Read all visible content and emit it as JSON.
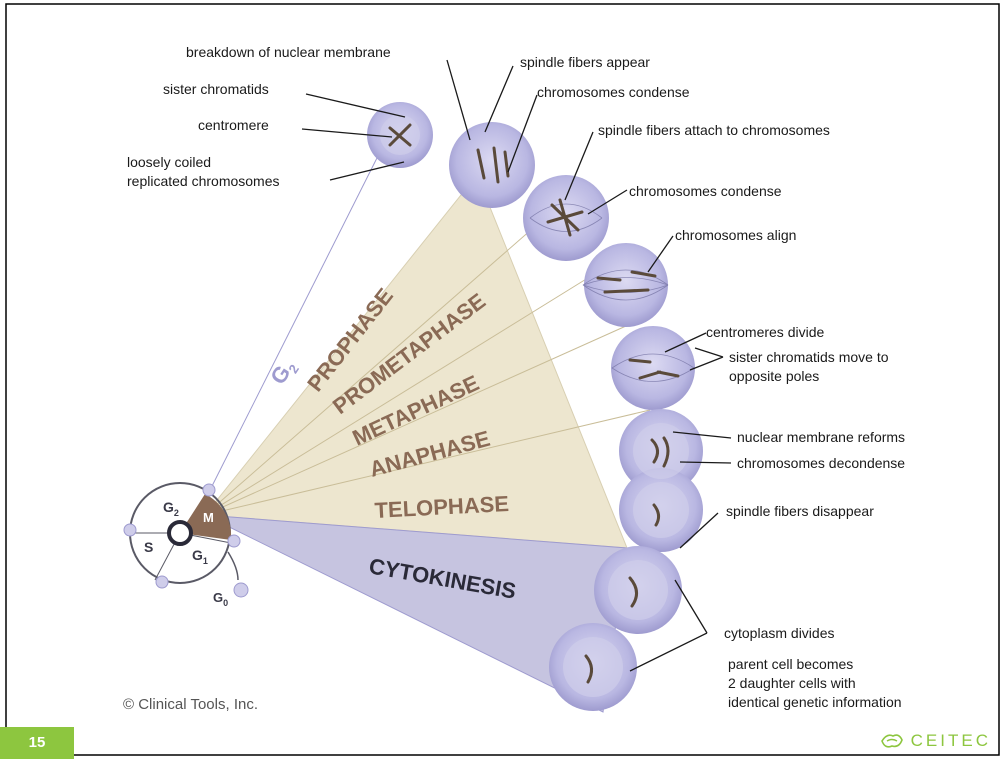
{
  "diagram": {
    "phases": [
      "PROPHASE",
      "PROMETAPHASE",
      "METAPHASE",
      "ANAPHASE",
      "TELOPHASE",
      "CYTOKINESIS"
    ],
    "cycle": {
      "g2": "G",
      "g2_sub": "2",
      "s": "S",
      "g1": "G",
      "g1_sub": "1",
      "g0": "G",
      "g0_sub": "0",
      "m": "M"
    },
    "g2_arc_label": "G",
    "g2_arc_sub": "2",
    "labels": {
      "breakdown": "breakdown of nuclear membrane",
      "spindle_appear": "spindle fibers appear",
      "sister_chromatids": "sister chromatids",
      "chrom_condense_1": "chromosomes condense",
      "centromere": "centromere",
      "spindle_attach": "spindle fibers attach to chromosomes",
      "loosely_1": "loosely coiled",
      "loosely_2": "replicated chromosomes",
      "chrom_condense_2": "chromosomes condense",
      "chrom_align": "chromosomes align",
      "centromeres_divide": "centromeres divide",
      "sister_move_1": "sister chromatids move to",
      "sister_move_2": "opposite poles",
      "nuclear_reforms": "nuclear membrane reforms",
      "chrom_decondense": "chromosomes decondense",
      "spindle_disappear": "spindle fibers disappear",
      "cyto_divides": "cytoplasm divides",
      "parent_1": "parent cell becomes",
      "parent_2": "2 daughter cells with",
      "parent_3": "identical genetic information"
    },
    "copyright": "© Clinical Tools, Inc."
  },
  "footer": {
    "page_number": "15",
    "brand": "CEITEC"
  },
  "colors": {
    "phase_fan": "#ede6cf",
    "cyto_fan": "#c6c4e0",
    "phase_text": "#8a6a55",
    "cell": "#b8b6e0",
    "brand": "#8dc63f"
  }
}
